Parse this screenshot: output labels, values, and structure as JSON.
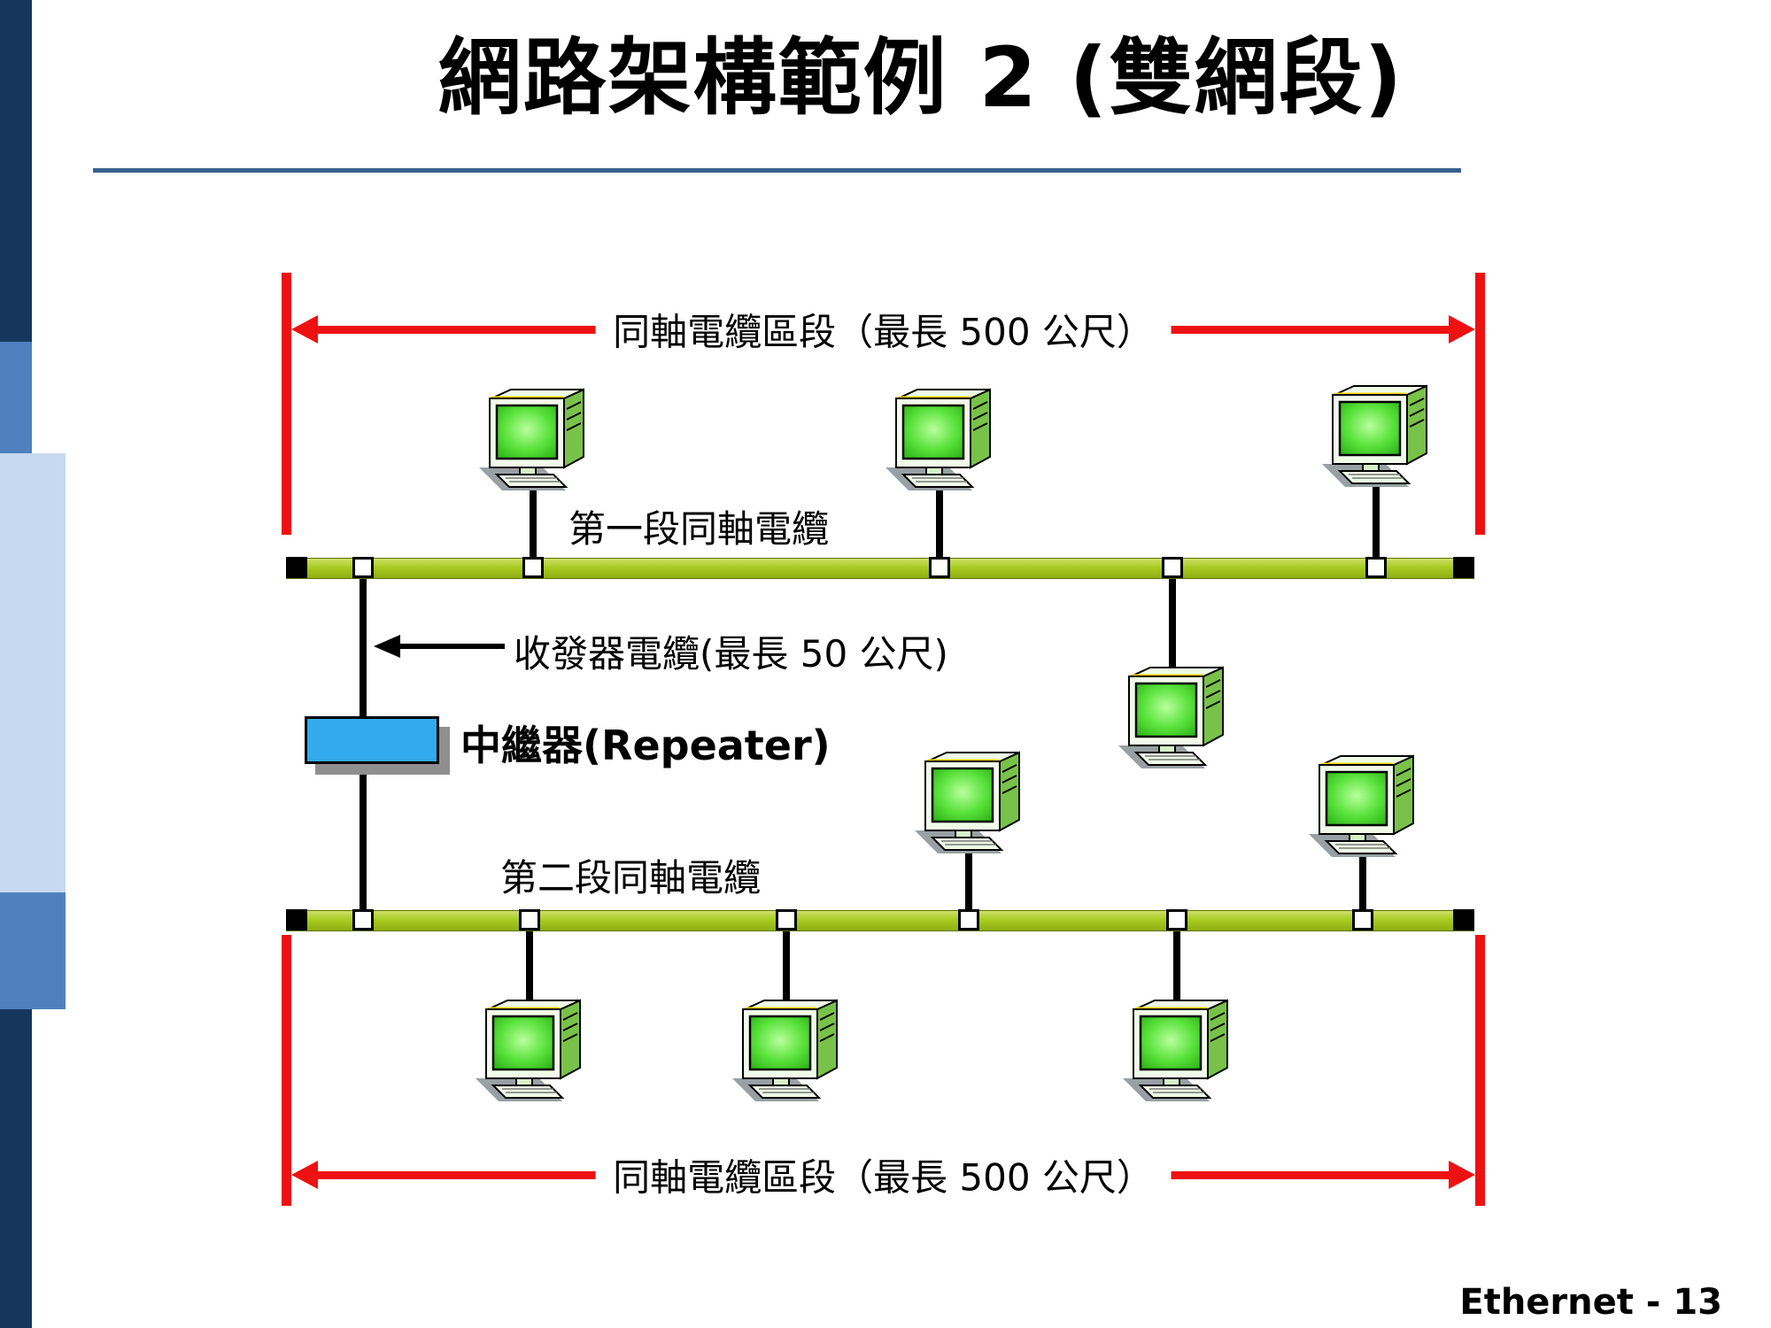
{
  "slide": {
    "title": "網路架構範例 2 (雙網段)",
    "footer": "Ethernet - 13"
  },
  "labels": {
    "top_segment": "同軸電纜區段（最長 500 公尺）",
    "segment1_cable": "第一段同軸電纜",
    "transceiver_cable": "收發器電纜(最長 50 公尺)",
    "repeater": "中繼器(Repeater)",
    "segment2_cable": "第二段同軸電纜",
    "bottom_segment": "同軸電纜區段（最長 500 公尺）"
  },
  "diagram": {
    "computer_count": 9,
    "segment_count": 2
  },
  "colors": {
    "arrow_red": "#EE1111",
    "bus_green": "#A9CB21",
    "repeater_blue": "#33AAEE",
    "rule_blue": "#39618F",
    "sidebar_navy": "#17365D",
    "sidebar_medium": "#4E81BD",
    "sidebar_pale": "#C6D9F1"
  }
}
